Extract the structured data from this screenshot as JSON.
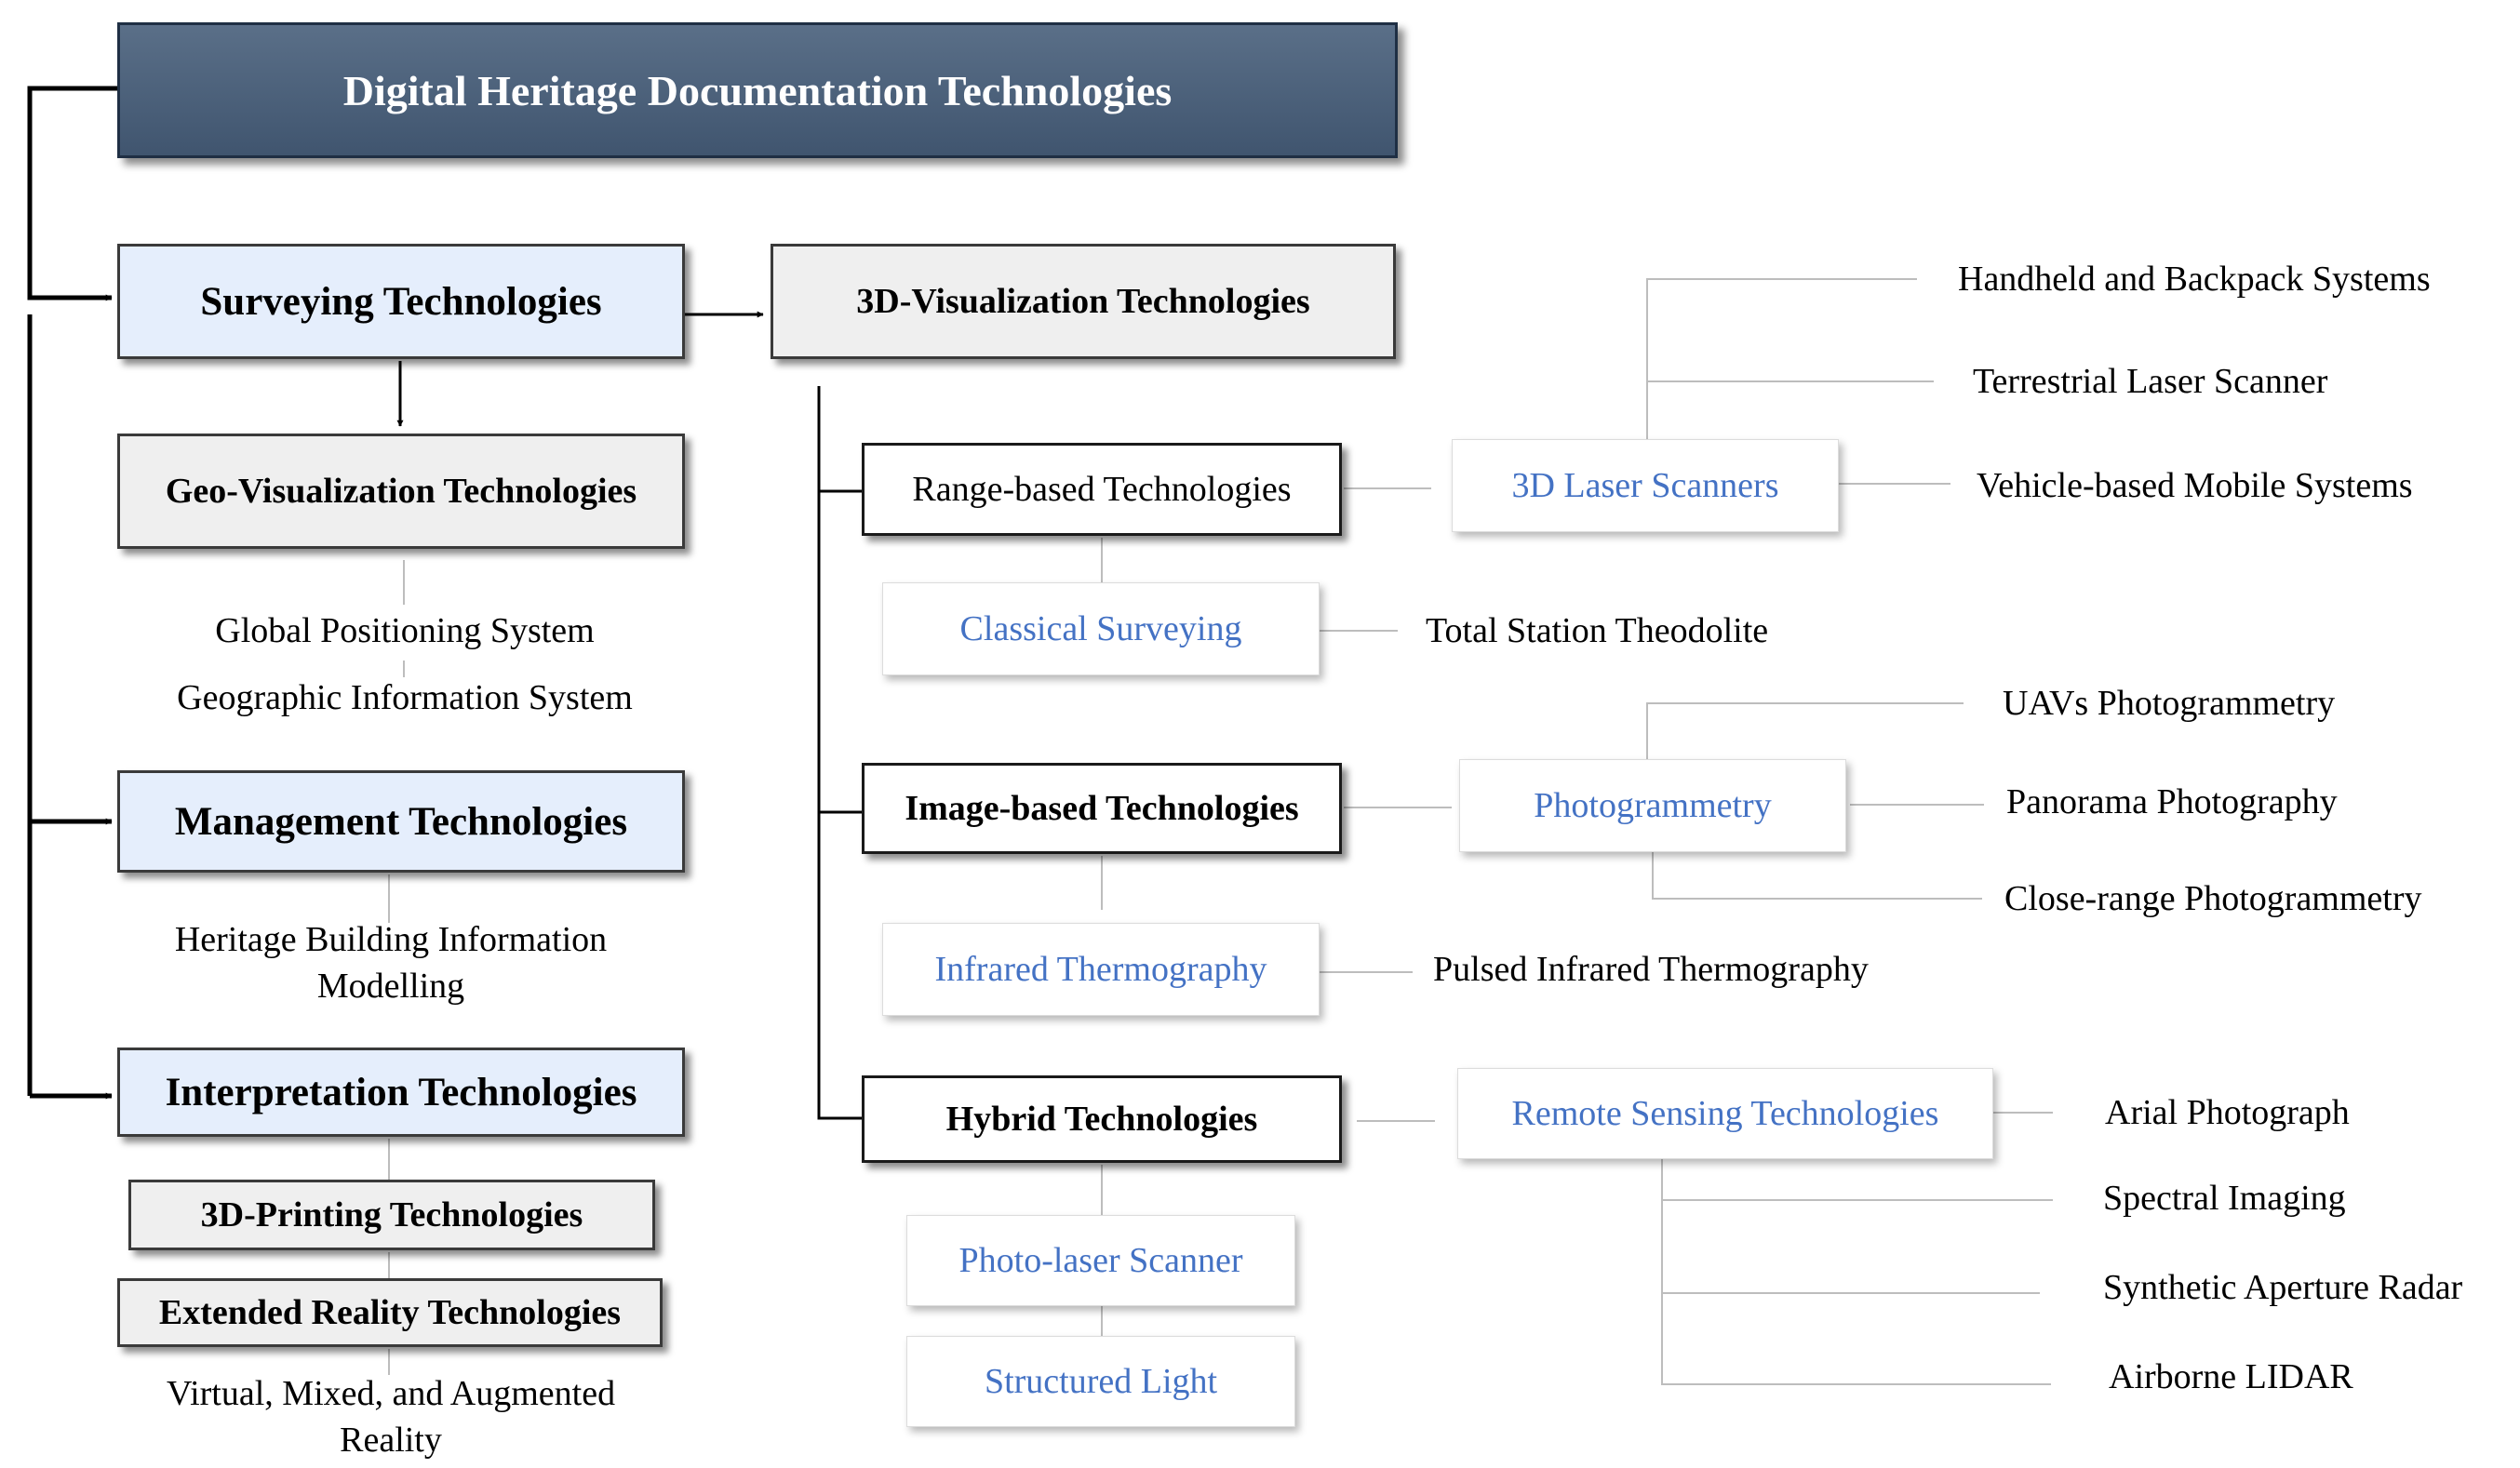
{
  "title": "Digital Heritage Documentation Technologies",
  "left": {
    "surveying": "Surveying Technologies",
    "geo": "Geo-Visualization Technologies",
    "gps": "Global Positioning System",
    "gis": "Geographic Information System",
    "management": "Management Technologies",
    "hbim_line1": "Heritage Building Information",
    "hbim_line2": "Modelling",
    "interpretation": "Interpretation Technologies",
    "printing": "3D-Printing Technologies",
    "xr": "Extended Reality Technologies",
    "vmar_line1": "Virtual, Mixed, and Augmented",
    "vmar_line2": "Reality"
  },
  "middle": {
    "visualization": "3D-Visualization Technologies",
    "range": "Range-based Technologies",
    "classical": "Classical Surveying",
    "image": "Image-based Technologies",
    "infrared": "Infrared Thermography",
    "hybrid": "Hybrid Technologies",
    "photolaser": "Photo-laser Scanner",
    "structured": "Structured Light"
  },
  "right": {
    "laser": "3D Laser Scanners",
    "handheld": "Handheld and Backpack Systems",
    "terrestrial": "Terrestrial Laser Scanner",
    "vehicle": "Vehicle-based Mobile Systems",
    "total_station": "Total Station Theodolite",
    "photogrammetry": "Photogrammetry",
    "uav": "UAVs Photogrammetry",
    "panorama": "Panorama Photography",
    "close_range": "Close-range Photogrammetry",
    "pulsed": "Pulsed Infrared Thermography",
    "remote": "Remote Sensing Technologies",
    "arial": "Arial Photograph",
    "spectral": "Spectral Imaging",
    "sar": "Synthetic Aperture Radar",
    "lidar": "Airborne LIDAR"
  }
}
